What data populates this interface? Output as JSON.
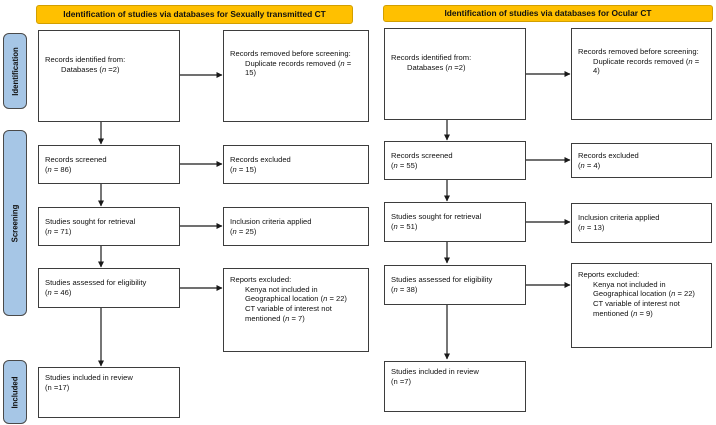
{
  "colors": {
    "header_bg": "#FFC000",
    "header_border": "#D29F00",
    "stage_bg": "#A6C6E6",
    "stage_border": "#4A4A4A",
    "box_border": "#3D3D3D",
    "arrow": "#1A1A1A",
    "page_bg": "#FFFFFF"
  },
  "stages": [
    {
      "label": "Identification"
    },
    {
      "label": "Screening"
    },
    {
      "label": "Included"
    }
  ],
  "columns": [
    {
      "header": "Identification of studies via databases for Sexually transmitted CT",
      "records_identified": {
        "label": "Records identified from:",
        "sub": "Databases (n =2)"
      },
      "records_removed": {
        "label": "Records removed before screening:",
        "sub": "Duplicate records removed (n = 15)"
      },
      "records_screened": {
        "label": "Records screened",
        "count": "(n = 86)"
      },
      "records_excluded": {
        "label": "Records excluded",
        "count": "(n = 15)"
      },
      "sought_retrieval": {
        "label": "Studies sought for retrieval",
        "count": "(n = 71)"
      },
      "inclusion_applied": {
        "label": "Inclusion criteria applied",
        "count": "(n = 25)"
      },
      "assessed_eligibility": {
        "label": "Studies assessed for eligibility",
        "count": "(n = 46)"
      },
      "reports_excluded": {
        "label": "Reports excluded:",
        "reasons": [
          "Kenya not included in Geographical location (n = 22)",
          "CT variable of interest not mentioned (n = 7)"
        ]
      },
      "included_review": {
        "label": "Studies included in review",
        "count": "(n =17)"
      }
    },
    {
      "header": "Identification of studies via databases for Ocular CT",
      "records_identified": {
        "label": "Records identified from:",
        "sub": "Databases (n =2)"
      },
      "records_removed": {
        "label": "Records removed before screening:",
        "sub": "Duplicate records removed (n = 4)"
      },
      "records_screened": {
        "label": "Records screened",
        "count": "(n = 55)"
      },
      "records_excluded": {
        "label": "Records excluded",
        "count": "(n = 4)"
      },
      "sought_retrieval": {
        "label": "Studies sought for retrieval",
        "count": "(n = 51)"
      },
      "inclusion_applied": {
        "label": "Inclusion criteria applied",
        "count": "(n = 13)"
      },
      "assessed_eligibility": {
        "label": "Studies assessed for eligibility",
        "count": "(n = 38)"
      },
      "reports_excluded": {
        "label": "Reports excluded:",
        "reasons": [
          "Kenya not included in Geographical location (n = 22)",
          "CT variable of interest not mentioned (n = 9)"
        ]
      },
      "included_review": {
        "label": "Studies included in review",
        "count": "(n =7)"
      }
    }
  ]
}
